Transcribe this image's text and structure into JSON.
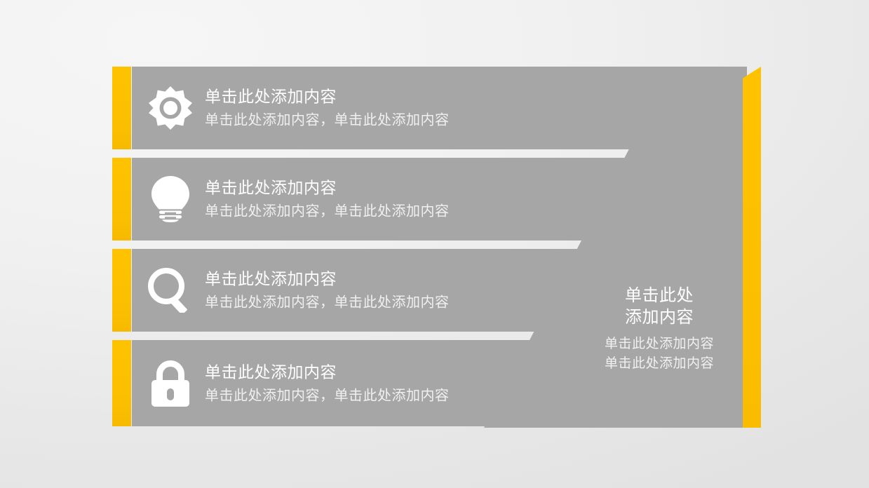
{
  "slide": {
    "background_color": "#ededed",
    "accent_color": "#fec200",
    "panel_color": "#a6a6a6",
    "text_color": "#ffffff"
  },
  "rows": [
    {
      "icon": "sun-gear-icon",
      "title": "单击此处添加内容",
      "subtitle": "单击此处添加内容，单击此处添加内容"
    },
    {
      "icon": "lightbulb-icon",
      "title": "单击此处添加内容",
      "subtitle": "单击此处添加内容，单击此处添加内容"
    },
    {
      "icon": "magnifier-icon",
      "title": "单击此处添加内容",
      "subtitle": "单击此处添加内容，单击此处添加内容"
    },
    {
      "icon": "lock-icon",
      "title": "单击此处添加内容",
      "subtitle": "单击此处添加内容，单击此处添加内容"
    }
  ],
  "right_panel": {
    "title_line1": "单击此处",
    "title_line2": "添加内容",
    "subtitle_line1": "单击此处添加内容",
    "subtitle_line2": "单击此处添加内容"
  }
}
